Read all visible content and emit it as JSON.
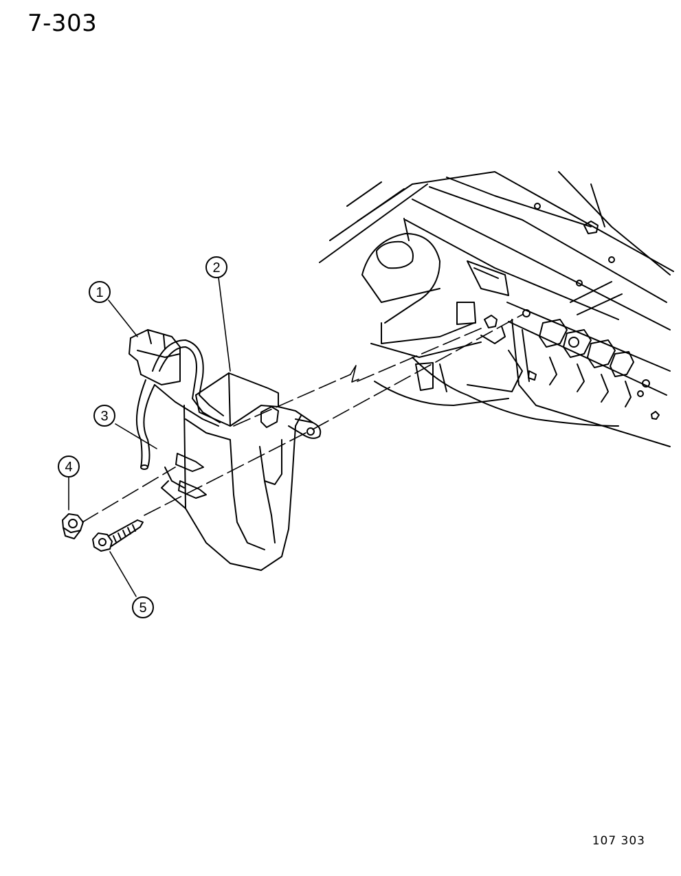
{
  "page_number": "7-303",
  "figure_code": "107 303",
  "callouts": [
    {
      "label": "1"
    },
    {
      "label": "2"
    },
    {
      "label": "3"
    },
    {
      "label": "4"
    },
    {
      "label": "5"
    }
  ]
}
